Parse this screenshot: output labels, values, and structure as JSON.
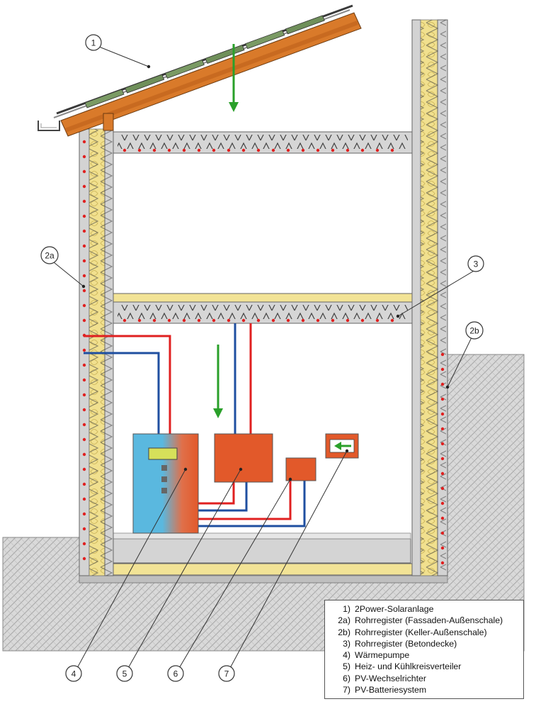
{
  "callouts": [
    {
      "id": "c1",
      "label": "1"
    },
    {
      "id": "c2a",
      "label": "2a"
    },
    {
      "id": "c2b",
      "label": "2b"
    },
    {
      "id": "c3",
      "label": "3"
    },
    {
      "id": "c4",
      "label": "4"
    },
    {
      "id": "c5",
      "label": "5"
    },
    {
      "id": "c6",
      "label": "6"
    },
    {
      "id": "c7",
      "label": "7"
    }
  ],
  "legend": {
    "items": [
      {
        "key": "1)",
        "text": "2Power-Solaranlage"
      },
      {
        "key": "2a)",
        "text": "Rohrregister (Fassaden-Außenschale)"
      },
      {
        "key": "2b)",
        "text": "Rohrregister (Keller-Außenschale)"
      },
      {
        "key": "3)",
        "text": "Rohrregister (Betondecke)"
      },
      {
        "key": "4)",
        "text": "Wärmepumpe"
      },
      {
        "key": "5)",
        "text": "Heiz- und Kühlkreisverteiler"
      },
      {
        "key": "6)",
        "text": "PV-Wechselrichter"
      },
      {
        "key": "7)",
        "text": "PV-Batteriesystem"
      }
    ]
  },
  "colors": {
    "pipe_hot": "#e02020",
    "pipe_cold": "#1f4fa0",
    "insulation": "#f0df8a",
    "concrete": "#d6d6d6",
    "roof_tile": "#d97a2a",
    "device_orange": "#e2592a",
    "heat_pump_blue": "#5ab8df",
    "arrow_green": "#2aa02a",
    "soil": "#d8d8d8"
  }
}
